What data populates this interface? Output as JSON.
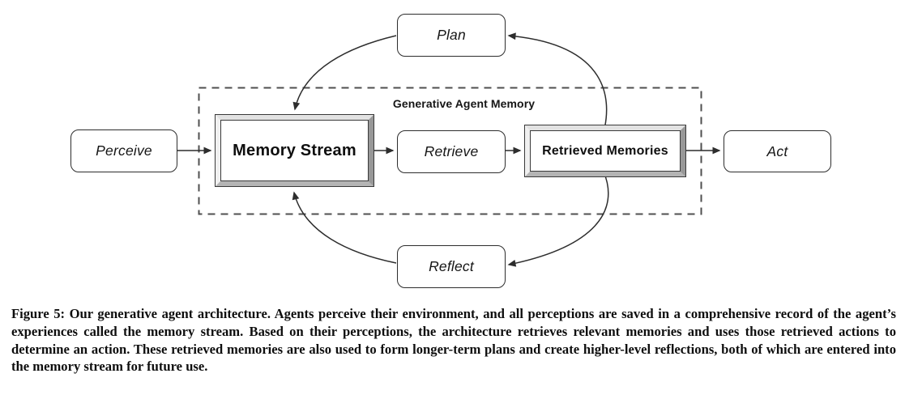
{
  "diagram": {
    "container_label": "Generative Agent Memory",
    "nodes": {
      "perceive": "Perceive",
      "plan": "Plan",
      "memory_stream": "Memory Stream",
      "retrieve": "Retrieve",
      "retrieved_memories": "Retrieved Memories",
      "act": "Act",
      "reflect": "Reflect"
    },
    "edges": [
      {
        "from": "Perceive",
        "to": "Memory Stream"
      },
      {
        "from": "Memory Stream",
        "to": "Retrieve"
      },
      {
        "from": "Retrieve",
        "to": "Retrieved Memories"
      },
      {
        "from": "Retrieved Memories",
        "to": "Act"
      },
      {
        "from": "Retrieved Memories",
        "to": "Plan"
      },
      {
        "from": "Plan",
        "to": "Memory Stream"
      },
      {
        "from": "Retrieved Memories",
        "to": "Reflect"
      },
      {
        "from": "Reflect",
        "to": "Memory Stream"
      }
    ],
    "colors": {
      "ink": "#2d2d2d",
      "dashed_border": "#4f4f4f",
      "bevel_light": "#f0f0f0",
      "bevel_dark": "#989898"
    }
  },
  "caption": {
    "text": "Figure 5: Our generative agent architecture. Agents perceive their environment, and all perceptions are saved in a comprehensive record of the agent’s experiences called the memory stream. Based on their perceptions, the architecture retrieves relevant memories and uses those retrieved actions to determine an action. These retrieved memories are also used to form longer-term plans and create higher-level reflections, both of which are entered into the memory stream for future use."
  }
}
